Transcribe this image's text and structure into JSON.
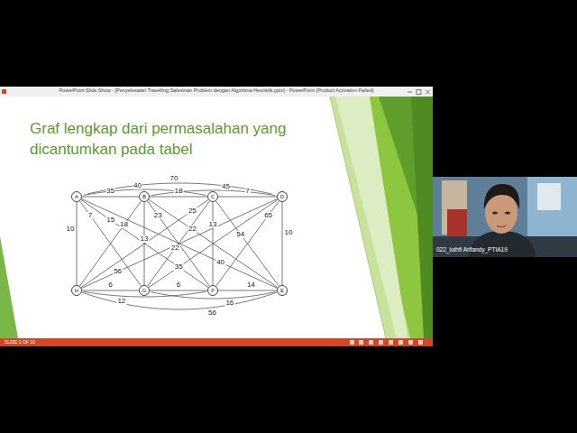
{
  "diagram": {
    "title": "Graf lengkap dari permasalahan yang dicantumkan pada tabel",
    "nodes": [
      {
        "text": [
          "A"
        ]
      },
      {
        "text": [
          "B"
        ]
      },
      {
        "text": [
          "C"
        ]
      },
      {
        "text": [
          "D"
        ]
      },
      {
        "text": [
          "H"
        ]
      },
      {
        "text": [
          "G"
        ]
      },
      {
        "text": [
          "F"
        ]
      },
      {
        "text": [
          "E"
        ]
      }
    ],
    "edges": [
      {
        "from": 0,
        "to": 1,
        "label": "35",
        "arrow": "none"
      },
      {
        "from": 0,
        "to": 2,
        "label": "40",
        "arrow": "none"
      },
      {
        "from": 0,
        "to": 3,
        "label": "70",
        "arrow": "none"
      },
      {
        "from": 1,
        "to": 2,
        "label": "18",
        "arrow": "none"
      },
      {
        "from": 1,
        "to": 3,
        "label": "45",
        "arrow": "none"
      },
      {
        "from": 2,
        "to": 3,
        "label": "7",
        "arrow": "none"
      },
      {
        "from": 0,
        "to": 4,
        "label": "10",
        "arrow": "none"
      },
      {
        "from": 3,
        "to": 7,
        "label": "10",
        "arrow": "none"
      },
      {
        "from": 4,
        "to": 5,
        "label": "6",
        "arrow": "none"
      },
      {
        "from": 5,
        "to": 6,
        "label": "6",
        "arrow": "none"
      },
      {
        "from": 6,
        "to": 7,
        "label": "14",
        "arrow": "none"
      },
      {
        "from": 4,
        "to": 6,
        "label": "12",
        "arrow": "none"
      },
      {
        "from": 5,
        "to": 7,
        "label": "16",
        "arrow": "none"
      },
      {
        "from": 4,
        "to": 7,
        "label": "56",
        "arrow": "none"
      },
      {
        "from": 0,
        "to": 5,
        "label": "7",
        "arrow": "none"
      },
      {
        "from": 0,
        "to": 6,
        "label": "15",
        "arrow": "none"
      },
      {
        "from": 0,
        "to": 7,
        "label": "40",
        "arrow": "none"
      },
      {
        "from": 1,
        "to": 4,
        "label": "18",
        "arrow": "none"
      },
      {
        "from": 1,
        "to": 5,
        "label": "13",
        "arrow": "none"
      },
      {
        "from": 1,
        "to": 6,
        "label": "23",
        "arrow": "none"
      },
      {
        "from": 1,
        "to": 7,
        "label": "22",
        "arrow": "none"
      },
      {
        "from": 2,
        "to": 4,
        "label": "25",
        "arrow": "none"
      },
      {
        "from": 2,
        "to": 5,
        "label": "22",
        "arrow": "none"
      },
      {
        "from": 2,
        "to": 6,
        "label": "13",
        "arrow": "none"
      },
      {
        "from": 2,
        "to": 7,
        "label": "54",
        "arrow": "none"
      },
      {
        "from": 3,
        "to": 4,
        "label": "56",
        "arrow": "none"
      },
      {
        "from": 3,
        "to": 5,
        "label": "35",
        "arrow": "none"
      },
      {
        "from": 3,
        "to": 6,
        "label": "65",
        "arrow": "none"
      }
    ],
    "labels": [
      "PowerPoint Slide Show - [Penyelesaian Travelling Salesman Problem dengan Algoritma Heuristik.pptx] - PowerPoint (Product Activation Failed)",
      "SLIDE 1 OF 10",
      "022_luthfi Arifandy_PTIA19"
    ]
  }
}
